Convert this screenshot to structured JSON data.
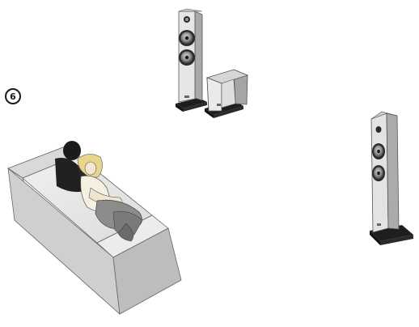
{
  "diagram": {
    "step_number": "6",
    "components": [
      {
        "id": "front-speaker",
        "kind": "floor-standing speaker"
      },
      {
        "id": "subwoofer",
        "kind": "subwoofer"
      },
      {
        "id": "side-speaker",
        "kind": "floor-standing speaker"
      },
      {
        "id": "sofa",
        "kind": "sofa with seated couple"
      }
    ],
    "colors": {
      "speaker_cabinet": "#e6e6e6",
      "speaker_side": "#a9a9a9",
      "speaker_base": "#1e1e1e",
      "driver_outer": "#2b2b2b",
      "sofa_top": "#e9e9e9",
      "sofa_front": "#cfcfcf",
      "sofa_side": "#bdbdbd"
    }
  }
}
